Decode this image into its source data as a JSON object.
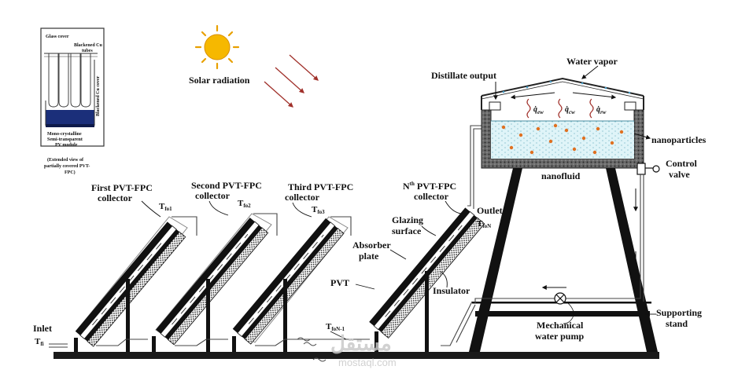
{
  "inset": {
    "glass_cover": "Glass cover",
    "blackened_cu_tubes_1": "Blackened Cu",
    "blackened_cu_tubes_2": "tubes",
    "blackened_cu_cover": "Blackened Cu cover",
    "pv_module_1": "Mono-crystalline",
    "pv_module_2": "Semi-transparent",
    "pv_module_3": "PV module",
    "caption_1": "(Extended view of",
    "caption_2": "partially covered PVT-",
    "caption_3": "FPC)"
  },
  "sun": {
    "label": "Solar radiation"
  },
  "collectors": {
    "first_1": "First PVT-FPC",
    "first_2": "collector",
    "second_1": "Second PVT-FPC",
    "second_2": "collector",
    "third_1": "Third PVT-FPC",
    "third_2": "collector",
    "nth_n": "N",
    "nth_sup": "th",
    "nth_rest": " PVT-FPC",
    "nth_2": "collector",
    "t1": "T",
    "t1_sub": "fo1",
    "t2": "T",
    "t2_sub": "fo2",
    "t3": "T",
    "t3_sub": "fo3",
    "tn1": "T",
    "tn1_sub": "foN-1",
    "inlet_1": "Inlet",
    "inlet_t": "T",
    "inlet_sub": "fi"
  },
  "nth_parts": {
    "glazing_1": "Glazing",
    "glazing_2": "surface",
    "absorber_1": "Absorber",
    "absorber_2": "plate",
    "pvt": "PVT",
    "insulator": "Insulator",
    "outlet_1": "Outlet",
    "outlet_t": "T",
    "outlet_sub": "foN"
  },
  "still": {
    "distillate": "Distillate output",
    "vapor": "Water vapor",
    "q_ew": "q̇",
    "q_ew_sub": "ew",
    "q_cw": "q̇",
    "q_cw_sub": "cw",
    "q_rw": "q̇",
    "q_rw_sub": "rw",
    "nanoparticles": "nanoparticles",
    "nanofluid": "nanofluid",
    "control_1": "Control",
    "control_2": "valve",
    "support_1": "Supporting",
    "support_2": "stand",
    "pump_1": "Mechanical",
    "pump_2": "water pump"
  },
  "watermark": {
    "arabic": "مستقل",
    "domain": "mostaql.com"
  },
  "colors": {
    "sun": "#f6b800",
    "sun_ray": "#e8a000",
    "radiation_arrow": "#a0302a",
    "water": "#dff4f8",
    "particle": "#e07020",
    "basin": "#555555"
  }
}
